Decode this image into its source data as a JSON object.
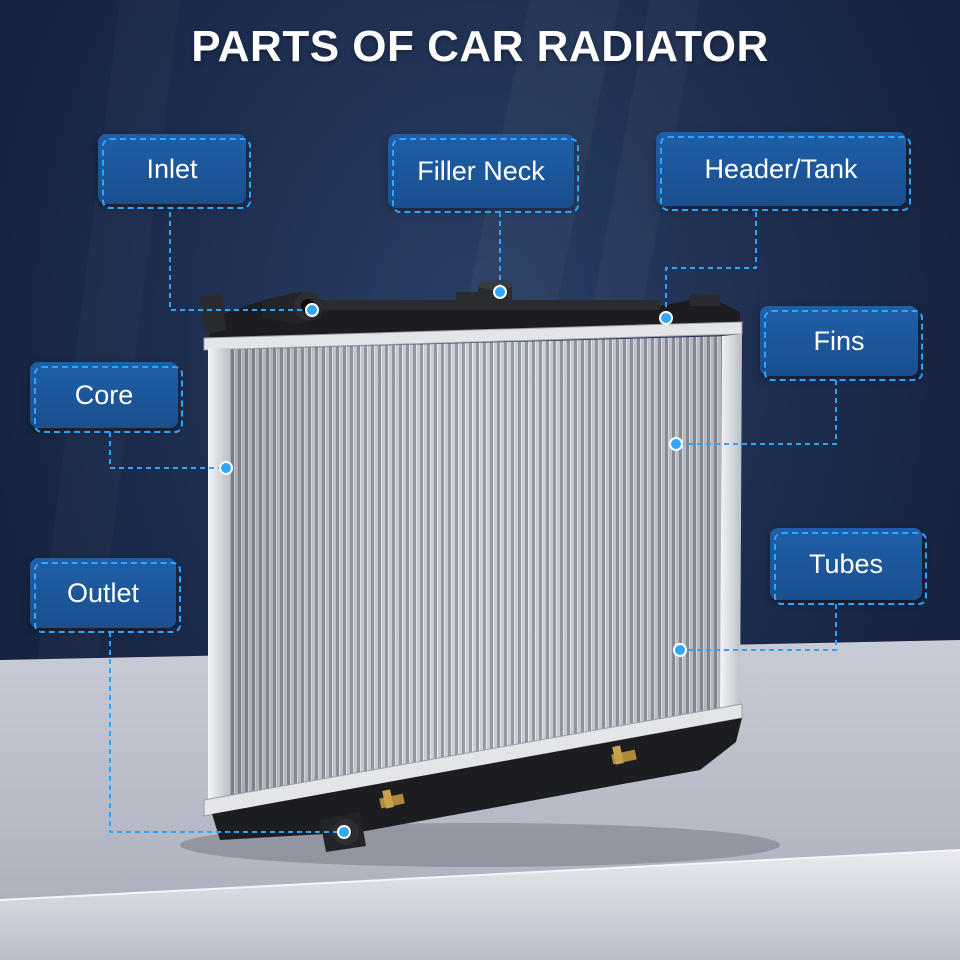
{
  "title": "PARTS OF CAR RADIATOR",
  "labels": {
    "inlet": "Inlet",
    "filler_neck": "Filler Neck",
    "header_tank": "Header/Tank",
    "fins": "Fins",
    "core": "Core",
    "tubes": "Tubes",
    "outlet": "Outlet"
  },
  "colors": {
    "label_fill": "#1d579c",
    "leader_line": "#2fa6ff",
    "background": "#1b2a4a"
  }
}
